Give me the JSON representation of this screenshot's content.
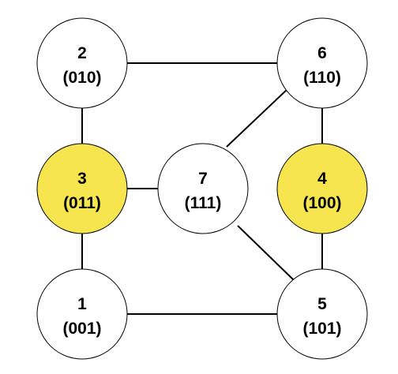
{
  "colors": {
    "highlight": "#F7E54F",
    "default": "#FFFFFF",
    "stroke": "#000000"
  },
  "nodes": {
    "n2": {
      "id": "2",
      "code": "(010)",
      "highlighted": false
    },
    "n6": {
      "id": "6",
      "code": "(110)",
      "highlighted": false
    },
    "n3": {
      "id": "3",
      "code": "(011)",
      "highlighted": true
    },
    "n7": {
      "id": "7",
      "code": "(111)",
      "highlighted": false
    },
    "n4": {
      "id": "4",
      "code": "(100)",
      "highlighted": true
    },
    "n1": {
      "id": "1",
      "code": "(001)",
      "highlighted": false
    },
    "n5": {
      "id": "5",
      "code": "(101)",
      "highlighted": false
    }
  },
  "edges": [
    [
      "2",
      "6"
    ],
    [
      "2",
      "3"
    ],
    [
      "6",
      "4"
    ],
    [
      "6",
      "7"
    ],
    [
      "3",
      "7"
    ],
    [
      "3",
      "1"
    ],
    [
      "4",
      "5"
    ],
    [
      "7",
      "5"
    ],
    [
      "1",
      "5"
    ]
  ]
}
